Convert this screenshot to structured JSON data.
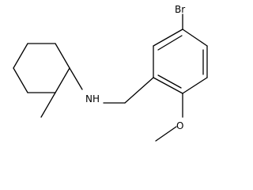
{
  "molecule": {
    "atoms": {
      "bromine": "Br",
      "amine": "N",
      "amine_h": "H",
      "methoxy_oxygen": "O"
    }
  }
}
